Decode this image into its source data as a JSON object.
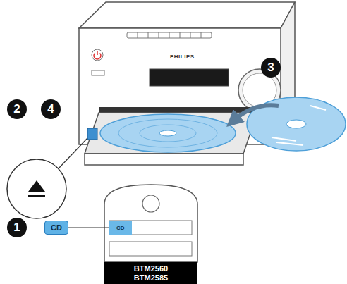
{
  "diagram": {
    "nodes": [
      {
        "text": [
          "CD"
        ]
      },
      {
        "text": [
          "CD"
        ]
      },
      {
        "text": [
          "BTM2560",
          "BTM2585"
        ]
      }
    ],
    "edges": [
      {
        "from": 0,
        "to": 1,
        "arrow": "none"
      }
    ],
    "labels": [
      "PHILIPS",
      "2",
      "4",
      "3",
      "1"
    ]
  }
}
